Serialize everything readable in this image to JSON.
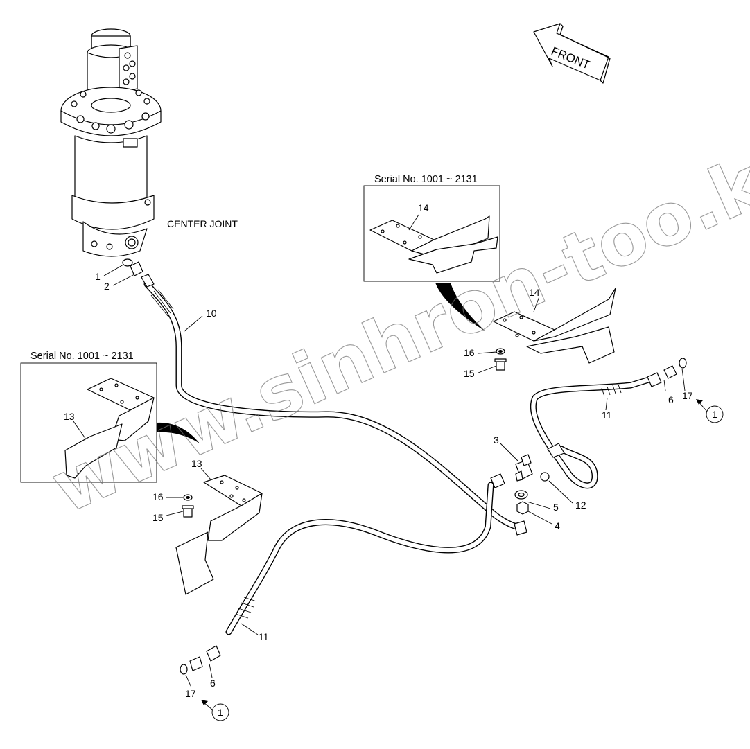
{
  "labels": {
    "center_joint": "CENTER JOINT",
    "front": "FRONT",
    "detail_left_title": "Serial No. 1001 ~ 2131",
    "detail_right_title": "Serial No. 1001 ~ 2131",
    "watermark": "www.sinhron-too.kz"
  },
  "callouts": {
    "p1": "1",
    "p2": "2",
    "p3": "3",
    "p4": "4",
    "p5": "5",
    "p6_right": "6",
    "p6_left": "6",
    "p10": "10",
    "p11_right": "11",
    "p11_left": "11",
    "p12": "12",
    "p13_detail": "13",
    "p13_main": "13",
    "p14_detail": "14",
    "p14_main": "14",
    "p15_left": "15",
    "p15_right": "15",
    "p16_left": "16",
    "p16_right": "16",
    "p17_right": "17",
    "p17_left": "17",
    "ref1_right": "1",
    "ref1_left": "1"
  }
}
